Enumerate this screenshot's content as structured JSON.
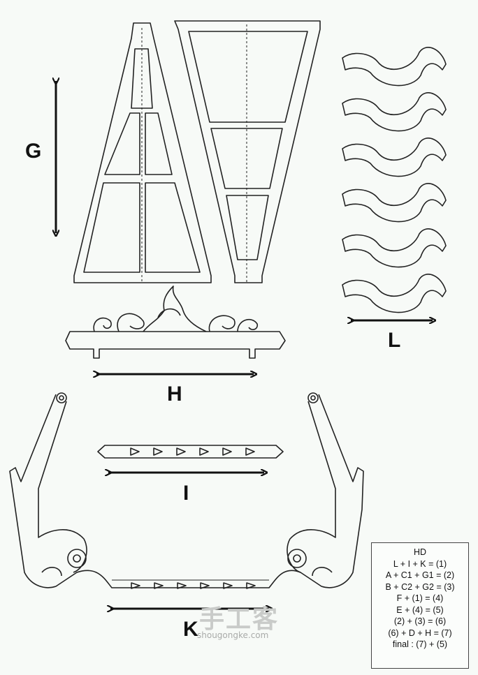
{
  "labels": {
    "G": "G",
    "H": "H",
    "I": "I",
    "L": "L",
    "K": "K"
  },
  "legend": {
    "title": "HD",
    "lines": [
      "L + I + K = (1)",
      "A + C1 + G1 = (2)",
      "B + C2 + G2 = (3)",
      "F + (1) = (4)",
      "E + (4) = (5)",
      "(2) + (3) = (6)",
      "(6) + D + H = (7)",
      "final : (7) + (5)"
    ]
  },
  "watermark": {
    "logo_text": "手工客",
    "site": "shougongke.com"
  },
  "colors": {
    "line": "#222222",
    "background": "#f7faf7"
  }
}
